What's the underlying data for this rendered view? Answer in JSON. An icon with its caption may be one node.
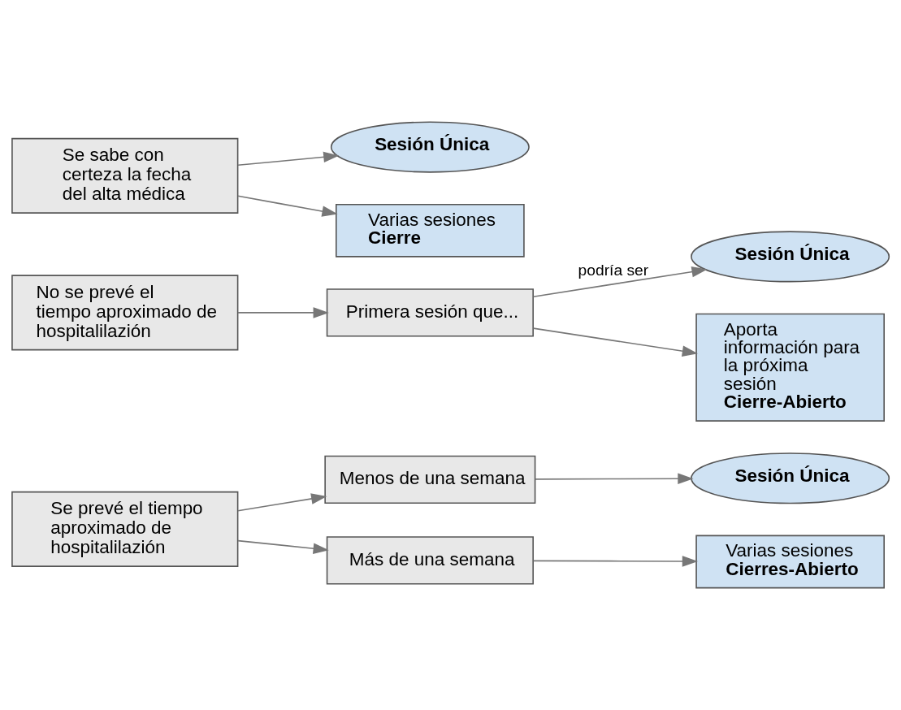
{
  "diagram": {
    "nodes": [
      {
        "text": [
          "Se prevé el tiempo aproximado de hospitalilazión"
        ]
      },
      {
        "text": [
          "Menos de una semana"
        ]
      },
      {
        "text": [
          "Sesión Única"
        ]
      },
      {
        "text": [
          "Más de una semana"
        ]
      },
      {
        "text": [
          "Varias sesiones",
          "Cierres-Abierto"
        ]
      },
      {
        "text": [
          "No se prevé el tiempo aproximado de hospitalilazión"
        ]
      },
      {
        "text": [
          "Primera sesión que..."
        ]
      },
      {
        "text": [
          "Sesión Única"
        ]
      },
      {
        "text": [
          "Aporta información para la próxima sesión",
          "Cierre-Abierto"
        ]
      },
      {
        "text": [
          "Se sabe con certeza la fecha del alta médica"
        ]
      },
      {
        "text": [
          "Sesión Única"
        ]
      },
      {
        "text": [
          "Varias sesiones",
          "Cierre"
        ]
      }
    ],
    "edges": [
      {
        "from": 0,
        "to": 1,
        "arrow": "to"
      },
      {
        "from": 1,
        "to": 2,
        "arrow": "to"
      },
      {
        "from": 0,
        "to": 3,
        "arrow": "to"
      },
      {
        "from": 3,
        "to": 4,
        "arrow": "to"
      },
      {
        "from": 5,
        "to": 6,
        "arrow": "to"
      },
      {
        "from": 6,
        "to": 7,
        "arrow": "to",
        "label": "podría ser"
      },
      {
        "from": 6,
        "to": 8,
        "arrow": "to"
      },
      {
        "from": 9,
        "to": 10,
        "arrow": "to"
      },
      {
        "from": 9,
        "to": 11,
        "arrow": "to"
      }
    ]
  }
}
